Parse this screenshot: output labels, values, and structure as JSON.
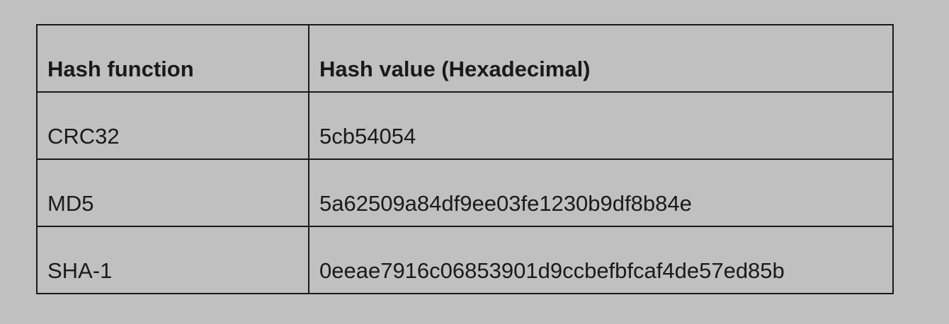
{
  "table": {
    "headers": [
      "Hash function",
      "Hash value (Hexadecimal)"
    ],
    "rows": [
      [
        "CRC32",
        "5cb54054"
      ],
      [
        "MD5",
        "5a62509a84df9ee03fe1230b9df8b84e"
      ],
      [
        "SHA-1",
        "0eeae7916c06853901d9ccbefbfcaf4de57ed85b"
      ]
    ]
  }
}
